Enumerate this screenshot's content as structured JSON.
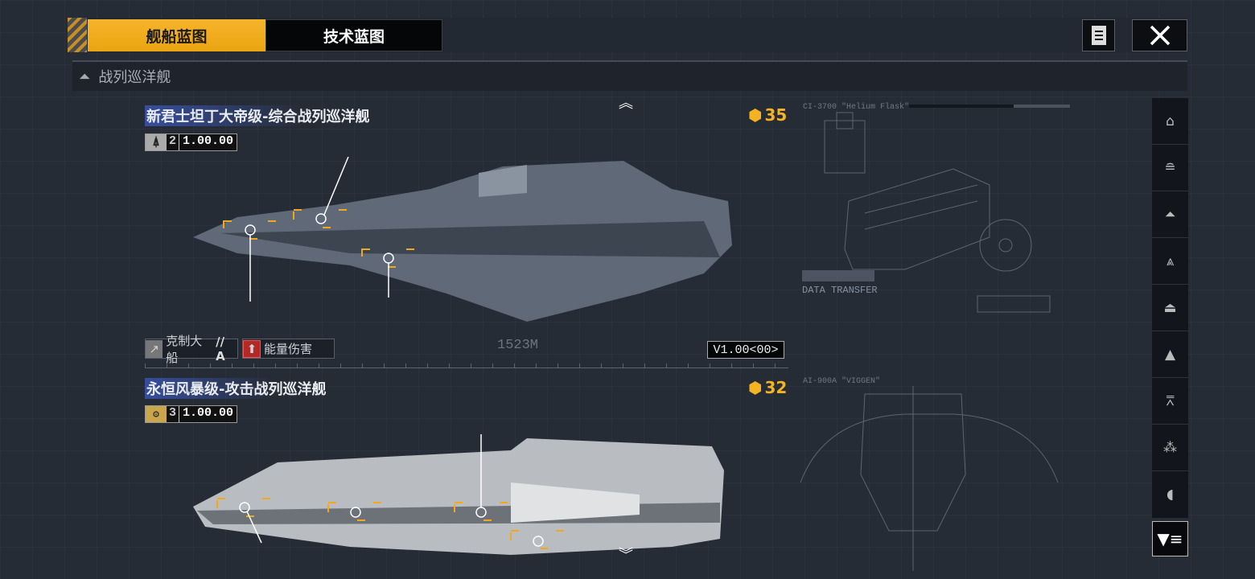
{
  "tabs": {
    "ship_blueprint": "舰船蓝图",
    "tech_blueprint": "技术蓝图"
  },
  "category": {
    "label": "战列巡洋舰"
  },
  "ships": [
    {
      "name": "新君士坦丁大帝级-综合战列巡洋舰",
      "rank": "2",
      "value": "1.00.00",
      "cost": "35",
      "tags": [
        "克制大船",
        "// A",
        "能量伤害"
      ],
      "length": "1523M",
      "version": "V1.00<00>"
    },
    {
      "name": "永恒风暴级-攻击战列巡洋舰",
      "rank": "3",
      "value": "1.00.00",
      "cost": "32"
    }
  ],
  "blueprint_text": {
    "label1": "CI-3700 \"Helium Flask\"",
    "label2": "DATA TRANSFER",
    "label3": "AI-900A \"VIGGEN\""
  },
  "colors": {
    "accent": "#f4b322",
    "highlight": "#3c5abe"
  }
}
